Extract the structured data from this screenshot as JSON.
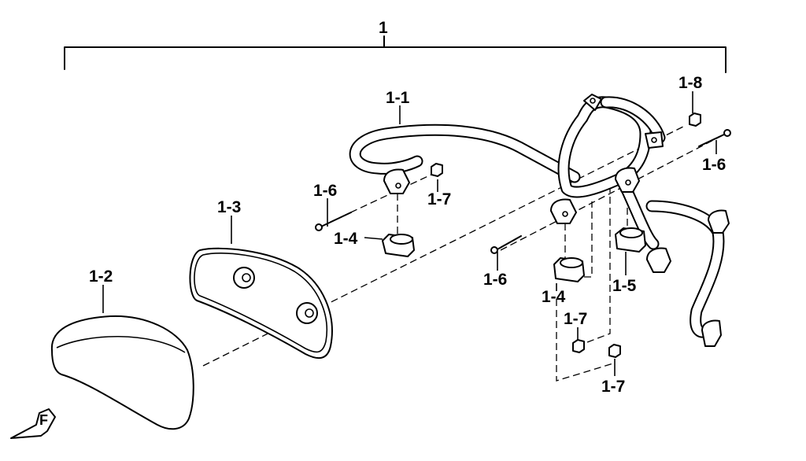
{
  "labels": {
    "assembly": "1",
    "bar": "1-1",
    "pad": "1-2",
    "plate": "1-3",
    "bush_a": "1-4",
    "bush_b": "1-4",
    "bush_c": "1-5",
    "bolt_a": "1-6",
    "bolt_b": "1-6",
    "bolt_c": "1-6",
    "nut_a": "1-7",
    "nut_b": "1-7",
    "nut_c": "1-7",
    "nut_d": "1-8"
  },
  "icons": {
    "front_arrow": "front-direction-arrow-icon",
    "front_letter": "F"
  },
  "colors": {
    "line": "#000000",
    "background": "#ffffff"
  }
}
